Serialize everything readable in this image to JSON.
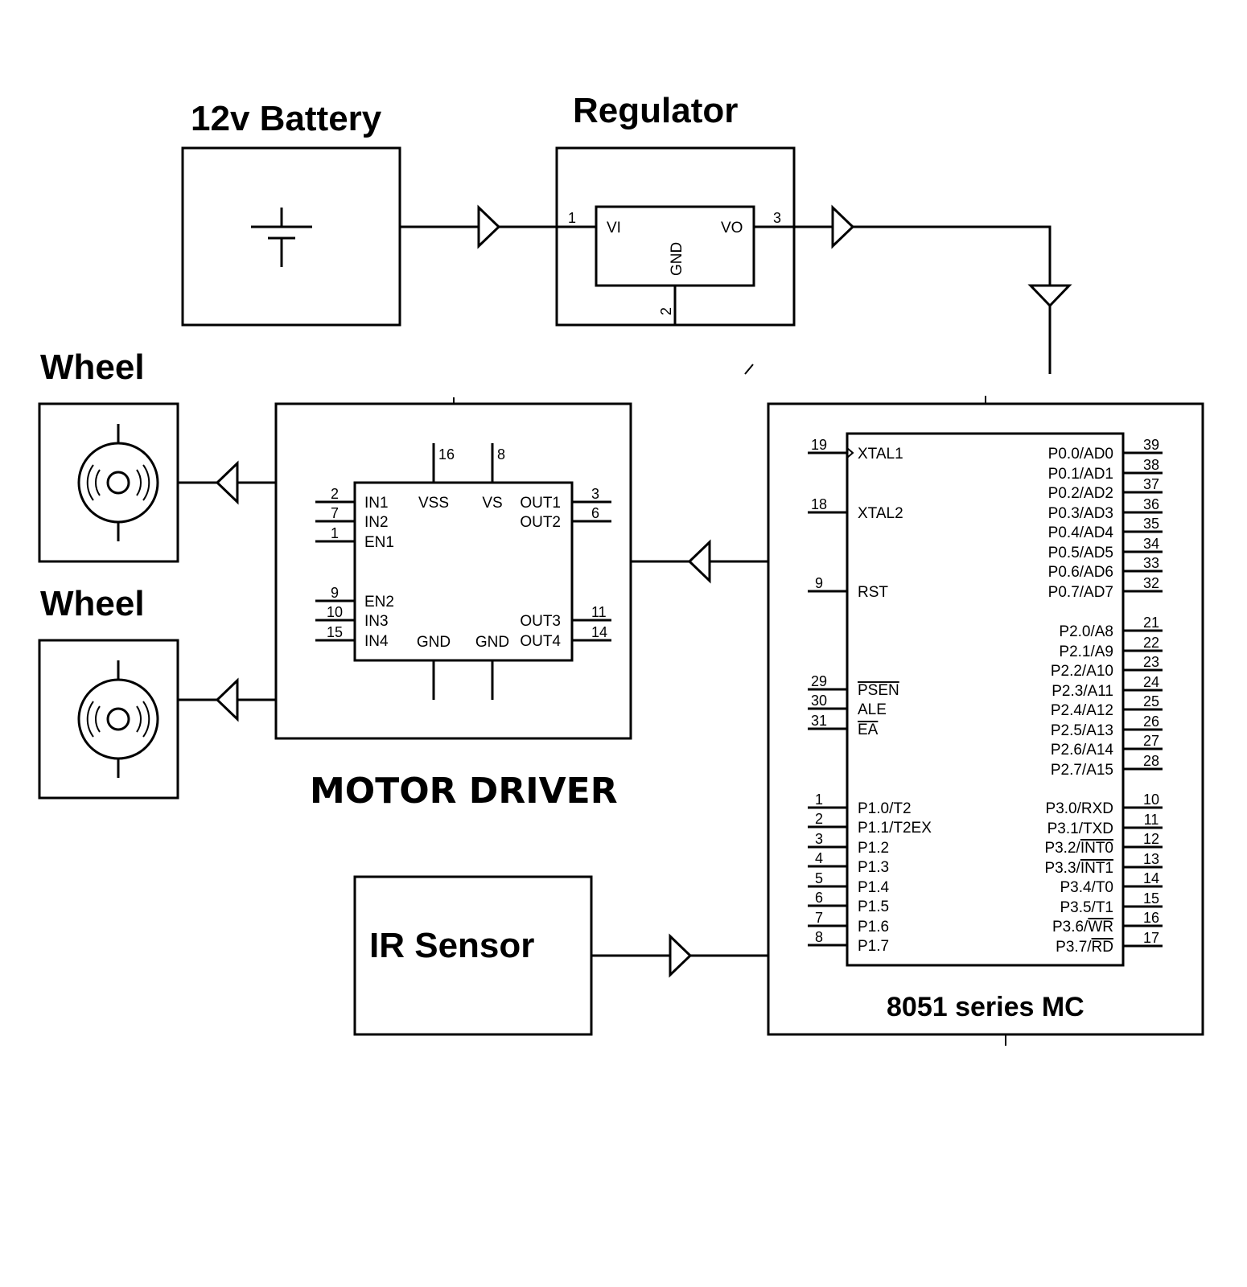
{
  "blocks": {
    "battery": {
      "title": "12v Battery"
    },
    "regulator": {
      "title": "Regulator",
      "pins": {
        "vi": "VI",
        "vo": "VO",
        "gnd": "GND",
        "in_num": "1",
        "out_num": "3",
        "gnd_num": "2"
      }
    },
    "wheel_top": {
      "title": "Wheel"
    },
    "wheel_bottom": {
      "title": "Wheel"
    },
    "motor_driver": {
      "title": "MOTOR DRIVER",
      "left_pins": [
        {
          "label": "IN1",
          "num": "2"
        },
        {
          "label": "IN2",
          "num": "7"
        },
        {
          "label": "EN1",
          "num": "1"
        },
        {
          "label": "EN2",
          "num": "9"
        },
        {
          "label": "IN3",
          "num": "10"
        },
        {
          "label": "IN4",
          "num": "15"
        }
      ],
      "right_pins": [
        {
          "label": "OUT1",
          "num": "3"
        },
        {
          "label": "OUT2",
          "num": "6"
        },
        {
          "label": "OUT3",
          "num": "11"
        },
        {
          "label": "OUT4",
          "num": "14"
        }
      ],
      "top_pins": [
        {
          "label": "VSS",
          "num": "16"
        },
        {
          "label": "VS",
          "num": "8"
        }
      ],
      "bottom_pins": [
        {
          "label": "GND"
        },
        {
          "label": "GND"
        }
      ]
    },
    "ir_sensor": {
      "title": "IR Sensor"
    },
    "mcu": {
      "title": "8051 series MC",
      "left_pins": [
        {
          "label": "XTAL1",
          "num": "19"
        },
        {
          "label": "XTAL2",
          "num": "18"
        },
        {
          "label": "RST",
          "num": "9"
        },
        {
          "label": "PSEN",
          "num": "29"
        },
        {
          "label": "ALE",
          "num": "30"
        },
        {
          "label": "EA",
          "num": "31"
        },
        {
          "label": "P1.0/T2",
          "num": "1"
        },
        {
          "label": "P1.1/T2EX",
          "num": "2"
        },
        {
          "label": "P1.2",
          "num": "3"
        },
        {
          "label": "P1.3",
          "num": "4"
        },
        {
          "label": "P1.4",
          "num": "5"
        },
        {
          "label": "P1.5",
          "num": "6"
        },
        {
          "label": "P1.6",
          "num": "7"
        },
        {
          "label": "P1.7",
          "num": "8"
        }
      ],
      "right_pins": [
        {
          "label": "P0.0/AD0",
          "num": "39"
        },
        {
          "label": "P0.1/AD1",
          "num": "38"
        },
        {
          "label": "P0.2/AD2",
          "num": "37"
        },
        {
          "label": "P0.3/AD3",
          "num": "36"
        },
        {
          "label": "P0.4/AD4",
          "num": "35"
        },
        {
          "label": "P0.5/AD5",
          "num": "34"
        },
        {
          "label": "P0.6/AD6",
          "num": "33"
        },
        {
          "label": "P0.7/AD7",
          "num": "32"
        },
        {
          "label": "P2.0/A8",
          "num": "21"
        },
        {
          "label": "P2.1/A9",
          "num": "22"
        },
        {
          "label": "P2.2/A10",
          "num": "23"
        },
        {
          "label": "P2.3/A11",
          "num": "24"
        },
        {
          "label": "P2.4/A12",
          "num": "25"
        },
        {
          "label": "P2.5/A13",
          "num": "26"
        },
        {
          "label": "P2.6/A14",
          "num": "27"
        },
        {
          "label": "P2.7/A15",
          "num": "28"
        },
        {
          "label": "P3.0/RXD",
          "num": "10"
        },
        {
          "label": "P3.1/TXD",
          "num": "11"
        },
        {
          "label": "P3.2/",
          "ov": "INT0",
          "num": "12"
        },
        {
          "label": "P3.3/",
          "ov": "INT1",
          "num": "13"
        },
        {
          "label": "P3.4/T0",
          "num": "14"
        },
        {
          "label": "P3.5/T1",
          "num": "15"
        },
        {
          "label": "P3.6/",
          "ov": "WR",
          "num": "16"
        },
        {
          "label": "P3.7/",
          "ov": "RD",
          "num": "17"
        }
      ]
    }
  }
}
